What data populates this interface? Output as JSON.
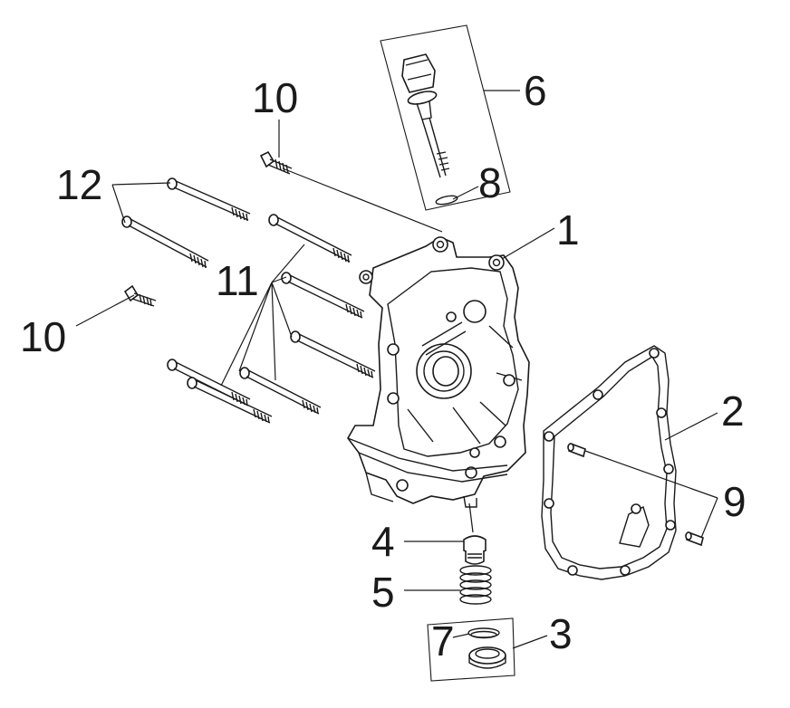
{
  "callouts": {
    "c1": "1",
    "c2": "2",
    "c3": "3",
    "c4": "4",
    "c5": "5",
    "c6": "6",
    "c7": "7",
    "c8": "8",
    "c9": "9",
    "c10a": "10",
    "c10b": "10",
    "c11": "11",
    "c12": "12"
  },
  "colors": {
    "ink": "#1a1a1a",
    "background": "#ffffff"
  }
}
